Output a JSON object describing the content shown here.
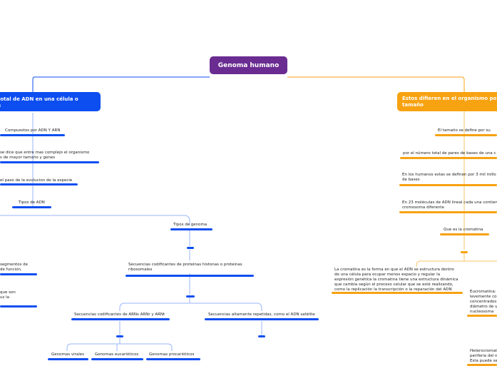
{
  "root": {
    "label": "Genoma humano"
  },
  "left": {
    "title": "total de ADN en una célula o\ns",
    "items": [
      "Compuestos por ADN Y ARN",
      "se dice que entre mas complejo el organismo\ns de mayor tamaño y genes",
      "el paso de la evolucion de la especie",
      "Tipos de ADN",
      "segmentos de\nde función.",
      "que son\nus la",
      "Tipos de genoma",
      "Secuencias codificantes de proteinas histonas o proteinas\nribosomales",
      "Secuencias codificantes de ARNs ARNr y ARNt",
      "Secuencias altamente repetidas, como el ADN satélite",
      "Genomas virales",
      "Genomas eucarióticos",
      "Genomas procarióticos"
    ]
  },
  "right": {
    "title": "Estos difieren en el organismo por\ntamaño",
    "items": [
      "El tamaño se define por su",
      "por el número total de pares de bases de una c",
      "En los humanos estas se definen por 3 mil millo\nde bases",
      "En 23 moléculas de ADN lineal cada una contieni\ncromosoma diferente",
      "Que es la cromatina",
      "La cromatina es la forma en que el ADN se estructura dentro\nde una célula para ocupar menos espacio y regular la\nexpresión genética la cromatina tiene una estructura dinámica\nque cambia según el proceso celular que se esté realizando,\ncomo la replicación la transcripción o la reparación del ADN",
      "Eucromatina:\nlevemente co\nconcentrados.\ndiámetro de u\nnucleosoma",
      "Heterocromat\nperiferia del n\nEsta puede se"
    ]
  },
  "colors": {
    "root": "#6a2c91",
    "left": "#0d4ef0",
    "right": "#f7a211"
  }
}
